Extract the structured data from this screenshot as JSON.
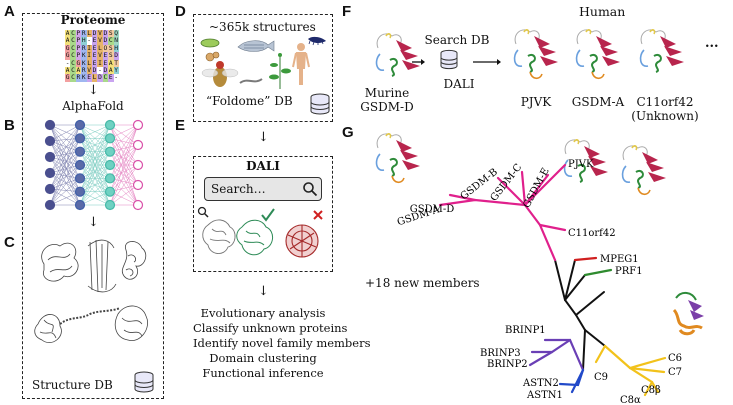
{
  "panels": {
    "a": "A",
    "b": "B",
    "c": "C",
    "d": "D",
    "e": "E",
    "f": "F",
    "g": "G"
  },
  "panel_a": {
    "title": "Proteome",
    "msa_rows": [
      "ACPRLDVDSQ",
      "ACPH-EVDCN",
      "GCPRIELOSH",
      "GCPKIEVESD",
      "-CGKLEIEAT",
      "ACARVD-DAY",
      "GCRKELDCE-"
    ]
  },
  "panel_b": {
    "title": "AlphaFold"
  },
  "panel_c": {
    "title": "Structure DB"
  },
  "panel_d": {
    "count": "~365k structures",
    "db_name": "“Foldome” DB"
  },
  "panel_e": {
    "title": "DALI",
    "search_placeholder": "Search…"
  },
  "outputs": [
    "Evolutionary analysis",
    "Classify unknown proteins",
    "Identify novel family members",
    "Domain clustering",
    "Functional inference"
  ],
  "panel_f": {
    "query_label_line1": "Murine",
    "query_label_line2": "GSDM-D",
    "search_label": "Search DB",
    "dali_label": "DALI",
    "species": "Human",
    "hits": [
      "PJVK",
      "GSDM-A",
      "C11orf42"
    ],
    "hit_note": "(Unknown)",
    "more": "..."
  },
  "panel_g": {
    "new_members": "+18 new members",
    "leaves": {
      "gsdm_a": "GSDM-A",
      "gsdm_d": "GSDM-D",
      "gsdm_b": "GSDM-B",
      "gsdm_c": "GSDM-C",
      "gsdm_e": "GSDM-E",
      "pjvk": "PJVK",
      "c11orf42": "C11orf42",
      "mpeg1": "MPEG1",
      "prf1": "PRF1",
      "brinp1": "BRINP1",
      "brinp3": "BRINP3",
      "brinp2": "BRINP2",
      "astn2": "ASTN2",
      "astn1": "ASTN1",
      "c9": "C9",
      "c6": "C6",
      "c7": "C7",
      "c8b": "C8β",
      "c8a": "C8α"
    },
    "colors": {
      "gasdermin": "#e0208c",
      "mpeg": "#d01f1f",
      "prf": "#2e8b2e",
      "brinp": "#6a3fb5",
      "astn": "#2149c9",
      "complement": "#f2c21b",
      "trunk": "#111111"
    }
  },
  "msa_colors": {
    "A": "#f3e07a",
    "C": "#a9d98a",
    "P": "#d3a6e8",
    "R": "#9fb6f0",
    "L": "#e7b46a",
    "G": "#f3a0a0",
    "K": "#9fb6f0",
    "E": "#c9a4f0",
    "I": "#e7b46a",
    "V": "#e7b46a",
    "D": "#c9a4f0",
    "H": "#8ed0d6",
    "S": "#f1c9a0",
    "Q": "#9fd7c4",
    "N": "#9fd7c4",
    "O": "#f1c9a0",
    "T": "#f1c9a0",
    "Y": "#8ed0d6",
    "-": "#ffffff"
  }
}
